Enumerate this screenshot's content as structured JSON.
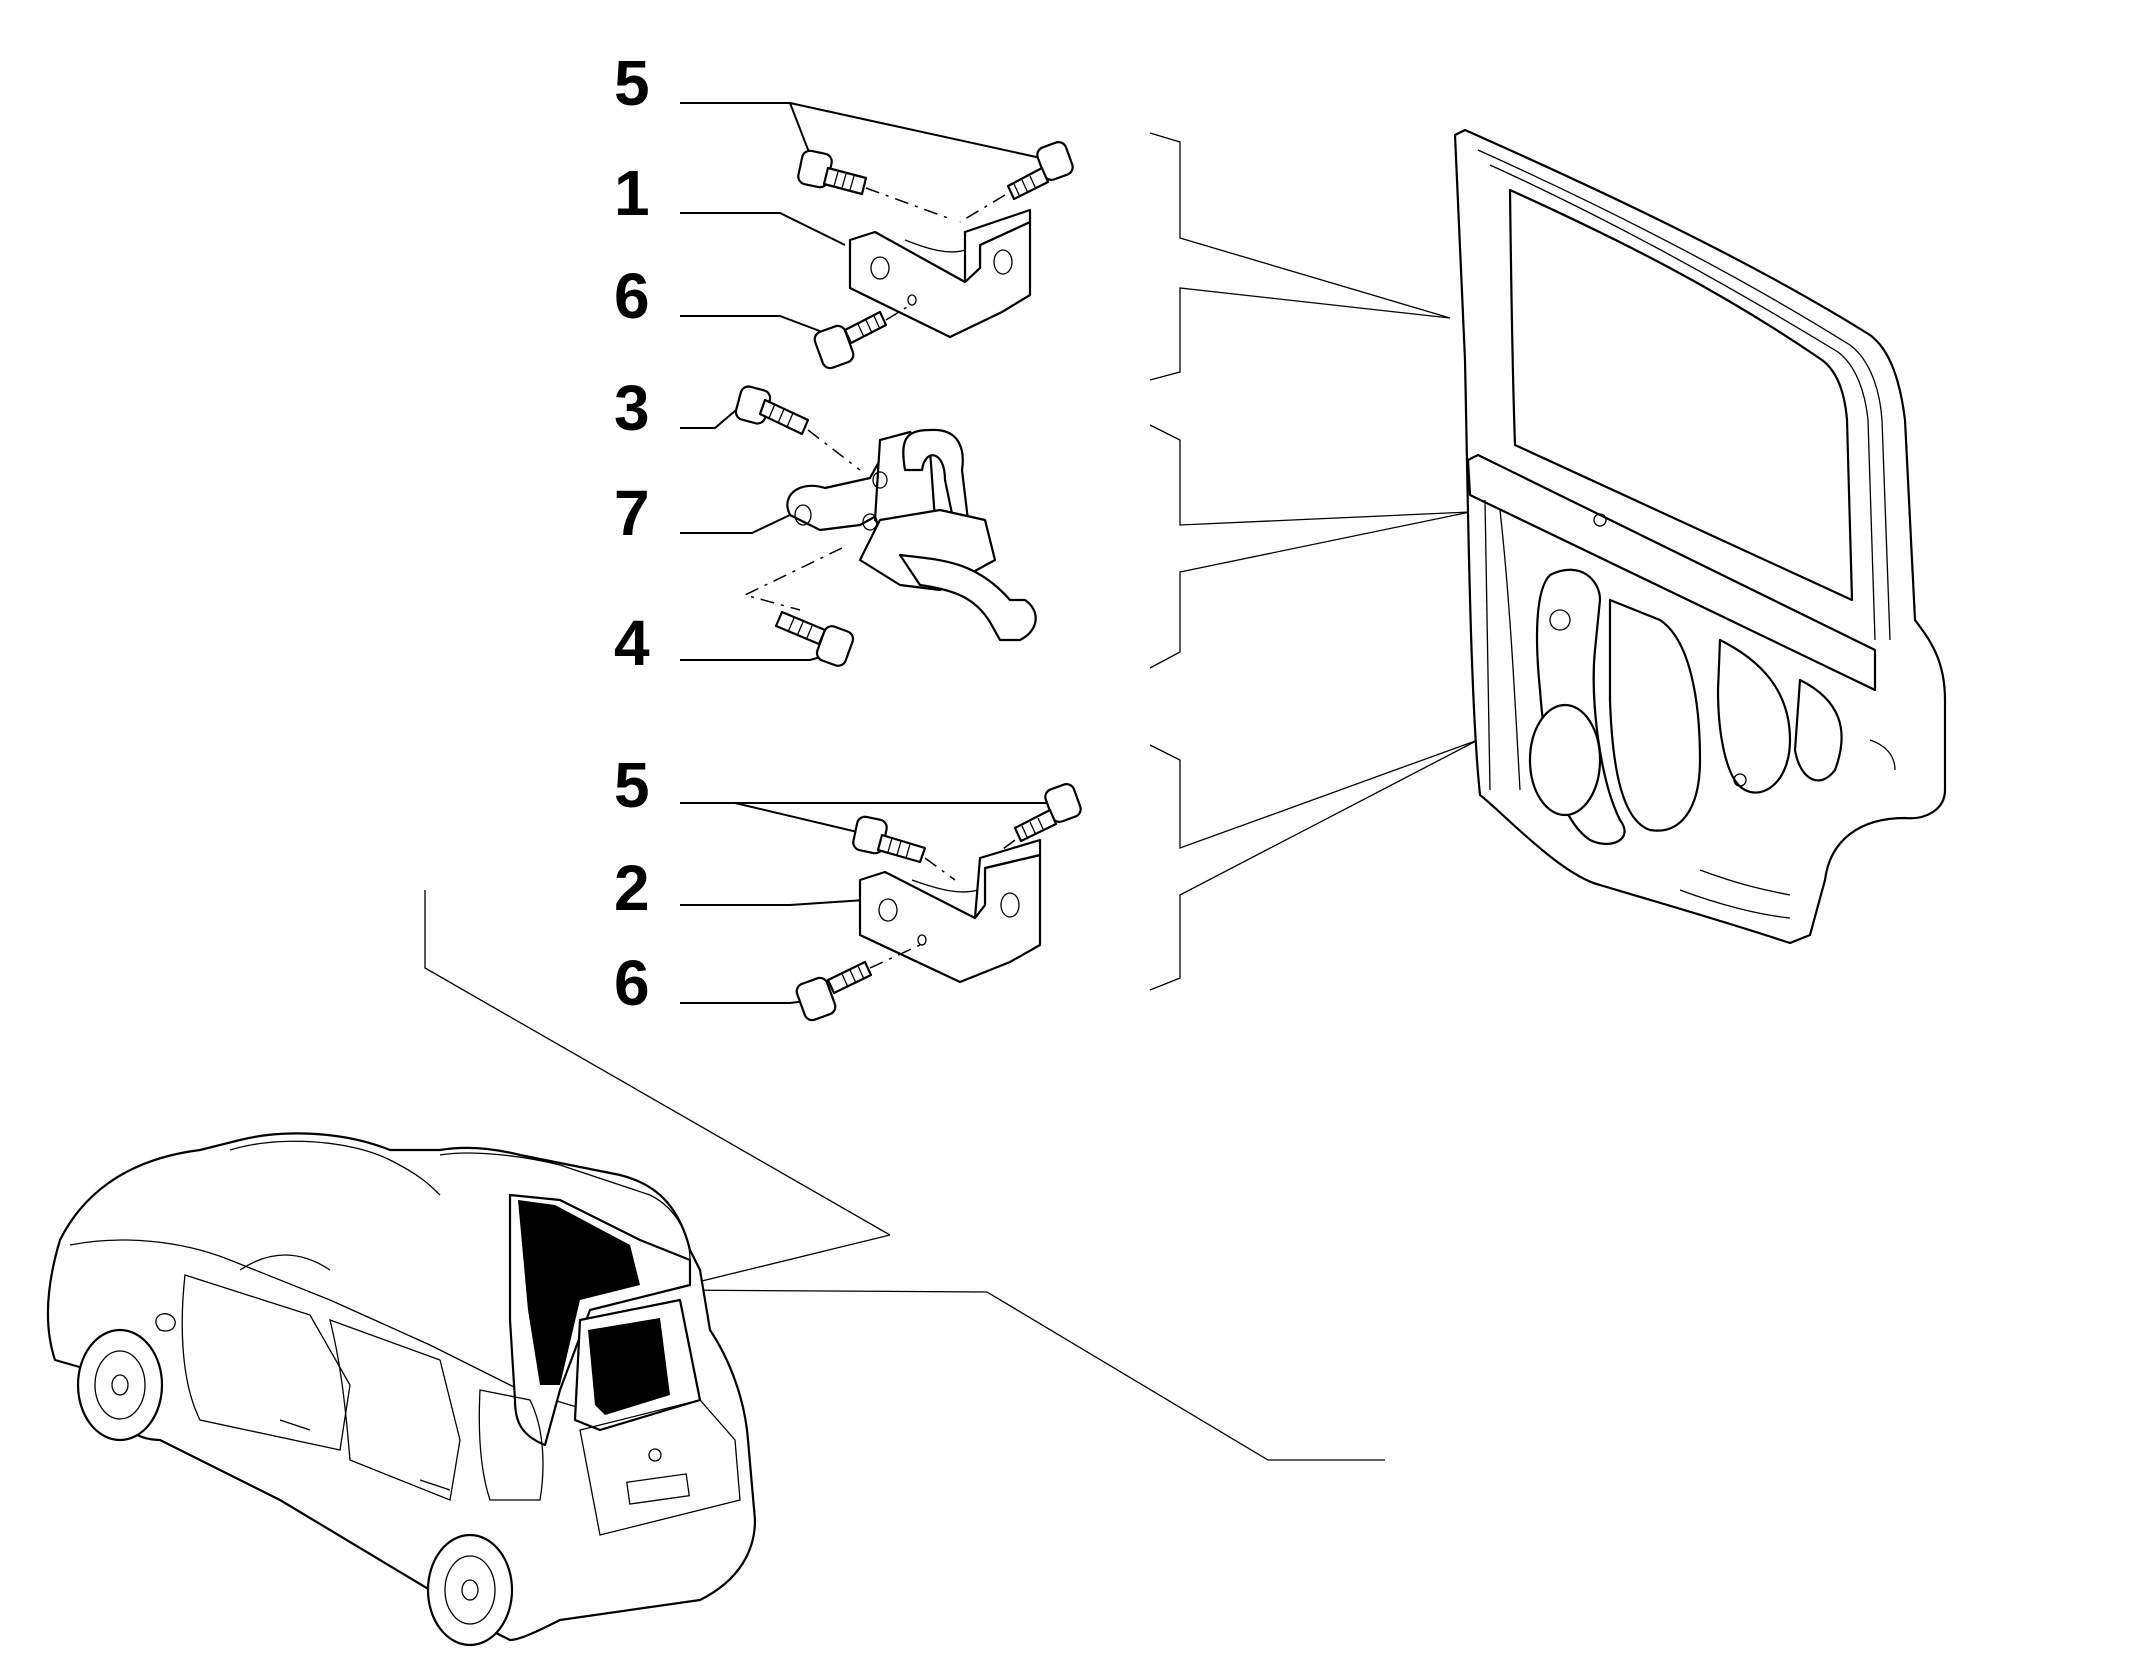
{
  "callouts": {
    "c5a": "5",
    "c1": "1",
    "c6a": "6",
    "c3": "3",
    "c7": "7",
    "c4": "4",
    "c5b": "5",
    "c2": "2",
    "c6b": "6"
  },
  "colors": {
    "ink": "#000000",
    "paper": "#ffffff"
  }
}
